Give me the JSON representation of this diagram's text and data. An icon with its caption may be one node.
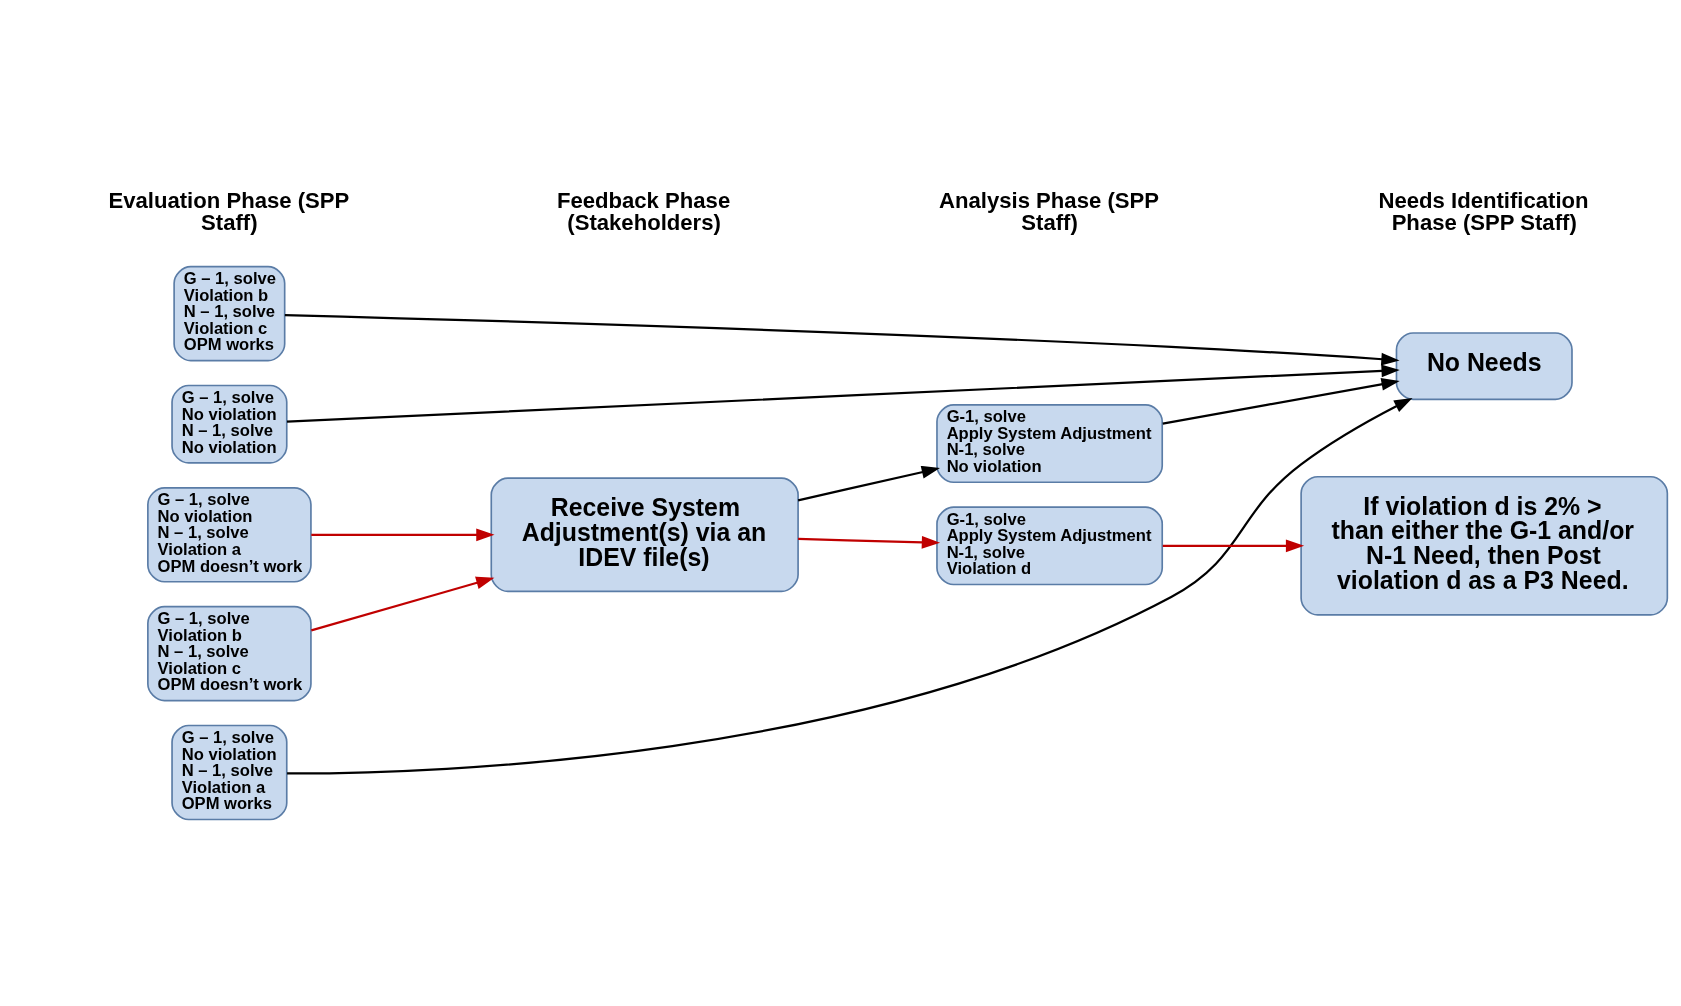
{
  "diagram": {
    "nodes": [
      {
        "text": [
          "G – 1, solve",
          "No violation",
          "N – 1, solve",
          "No violation"
        ]
      },
      {
        "text": [
          "G – 1, solve",
          "No violation",
          "N – 1, solve",
          "Violation a",
          "OPM works"
        ]
      },
      {
        "text": [
          "G – 1, solve",
          "Violation b",
          "N – 1, solve",
          "Violation c",
          "OPM works"
        ]
      },
      {
        "text": [
          "G – 1, solve",
          "No violation",
          "N – 1, solve",
          "Violation a",
          "OPM doesn’t work"
        ]
      },
      {
        "text": [
          "G – 1, solve",
          "Violation b",
          "N – 1, solve",
          "Violation c",
          "OPM doesn’t work"
        ]
      },
      {
        "text": [
          "Receive System Adjustment(s) via an IDEV file(s)"
        ]
      },
      {
        "text": [
          "G-1, solve",
          "Apply System Adjustment",
          "N-1, solve",
          "No violation"
        ]
      },
      {
        "text": [
          "G-1, solve",
          "Apply System Adjustment",
          "N-1, solve",
          "Violation d"
        ]
      },
      {
        "text": [
          "No Needs"
        ]
      },
      {
        "text": [
          "If violation d is 2% > than either the G-1 and/or N-1 Need, then Post violation d as a P3 Need."
        ]
      }
    ],
    "edges": [
      {
        "from": 0,
        "to": 8,
        "arrow": "to"
      },
      {
        "from": 1,
        "to": 8,
        "arrow": "to"
      },
      {
        "from": 2,
        "to": 8,
        "arrow": "to"
      },
      {
        "from": 3,
        "to": 5,
        "arrow": "to",
        "color": "#c00000"
      },
      {
        "from": 4,
        "to": 5,
        "arrow": "to",
        "color": "#c00000"
      },
      {
        "from": 5,
        "to": 6,
        "arrow": "to"
      },
      {
        "from": 5,
        "to": 7,
        "arrow": "to",
        "color": "#c00000"
      },
      {
        "from": 6,
        "to": 8,
        "arrow": "to"
      },
      {
        "from": 7,
        "to": 9,
        "arrow": "to",
        "color": "#c00000"
      }
    ],
    "labels": [
      "Evaluation Phase (SPP Staff)",
      "Feedback Phase (Stakeholders)",
      "Analysis Phase (SPP Staff)",
      "Needs Identification Phase (SPP Staff)"
    ]
  }
}
